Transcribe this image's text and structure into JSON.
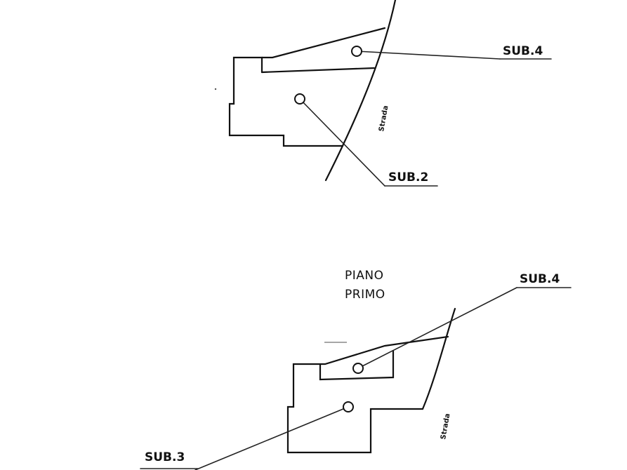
{
  "ground_floor": {
    "labels": {
      "sub_4": "SUB.4",
      "sub_2": "SUB.2"
    },
    "road_label": "Strada"
  },
  "first_floor": {
    "title_line_1": "PIANO",
    "title_line_2": "PRIMO",
    "labels": {
      "sub_4": "SUB.4",
      "sub_3": "SUB.3"
    },
    "road_label": "Strada"
  },
  "colors": {
    "ink": "#111111",
    "paper": "#ffffff"
  }
}
